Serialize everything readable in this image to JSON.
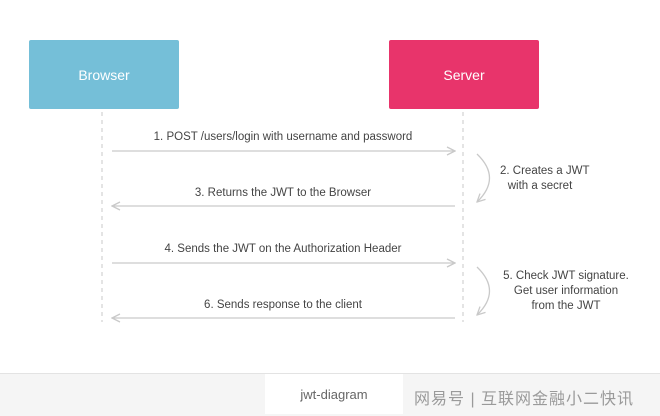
{
  "actors": {
    "browser": "Browser",
    "server": "Server"
  },
  "messages": {
    "m1": "1. POST /users/login with username and password",
    "m3": "3. Returns the JWT to the Browser",
    "m4": "4. Sends the JWT on the Authorization Header",
    "m6": "6. Sends response to the client"
  },
  "notes": {
    "n2_line1": "2. Creates a JWT",
    "n2_line2": "with a secret",
    "n5_line1": "5. Check JWT signature.",
    "n5_line2": "Get user information",
    "n5_line3": "from the JWT"
  },
  "caption": "jwt-diagram",
  "watermark": "网易号 | 互联网金融小二快讯",
  "colors": {
    "browser": "#75bfd8",
    "server": "#e8346b",
    "arrow": "#c9c9c9"
  }
}
